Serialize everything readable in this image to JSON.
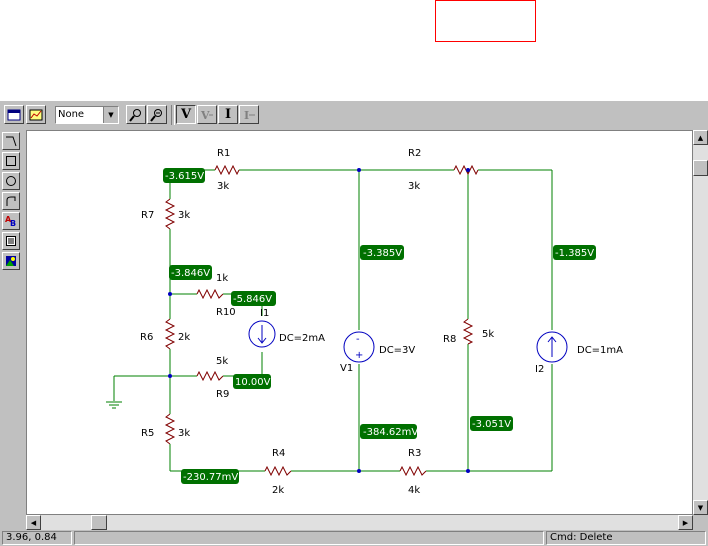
{
  "toolbar": {
    "combo_value": "None",
    "v_label": "V",
    "i_label": "I"
  },
  "palette": {
    "items": [
      "wire-tool",
      "rectangle-tool",
      "circle-tool",
      "arc-tool",
      "text-tool",
      "notes-tool",
      "image-tool"
    ]
  },
  "schematic": {
    "components": {
      "R1": {
        "name": "R1",
        "value": "3k"
      },
      "R2": {
        "name": "R2",
        "value": "3k"
      },
      "R3": {
        "name": "R3",
        "value": "4k"
      },
      "R4": {
        "name": "R4",
        "value": "2k"
      },
      "R5": {
        "name": "R5",
        "value": "3k"
      },
      "R6": {
        "name": "R6",
        "value": "2k"
      },
      "R7": {
        "name": "R7",
        "value": "3k"
      },
      "R8": {
        "name": "R8",
        "value": "5k"
      },
      "R9": {
        "name": "R9",
        "value": "5k"
      },
      "R10": {
        "name": "R10",
        "value": "1k"
      },
      "I1": {
        "name": "I1",
        "value": "DC=2mA"
      },
      "I2": {
        "name": "I2",
        "value": "DC=1mA"
      },
      "V1": {
        "name": "V1",
        "value": "DC=3V"
      }
    },
    "voltages": {
      "n1": "-3.615V",
      "n2": "-3.385V",
      "n3": "-1.385V",
      "n4": "-3.846V",
      "n5": "-5.846V",
      "n6": "10.00V",
      "n7": "-384.62mV",
      "n8": "-3.051V",
      "n9": "-230.77mV"
    },
    "colors": {
      "wire": "#008000",
      "label_bg": "#007000",
      "label_text": "#ffffff",
      "node": "#0000c0"
    }
  },
  "status": {
    "coords": "3.96,  0.84",
    "cmd": "Cmd: Delete"
  }
}
